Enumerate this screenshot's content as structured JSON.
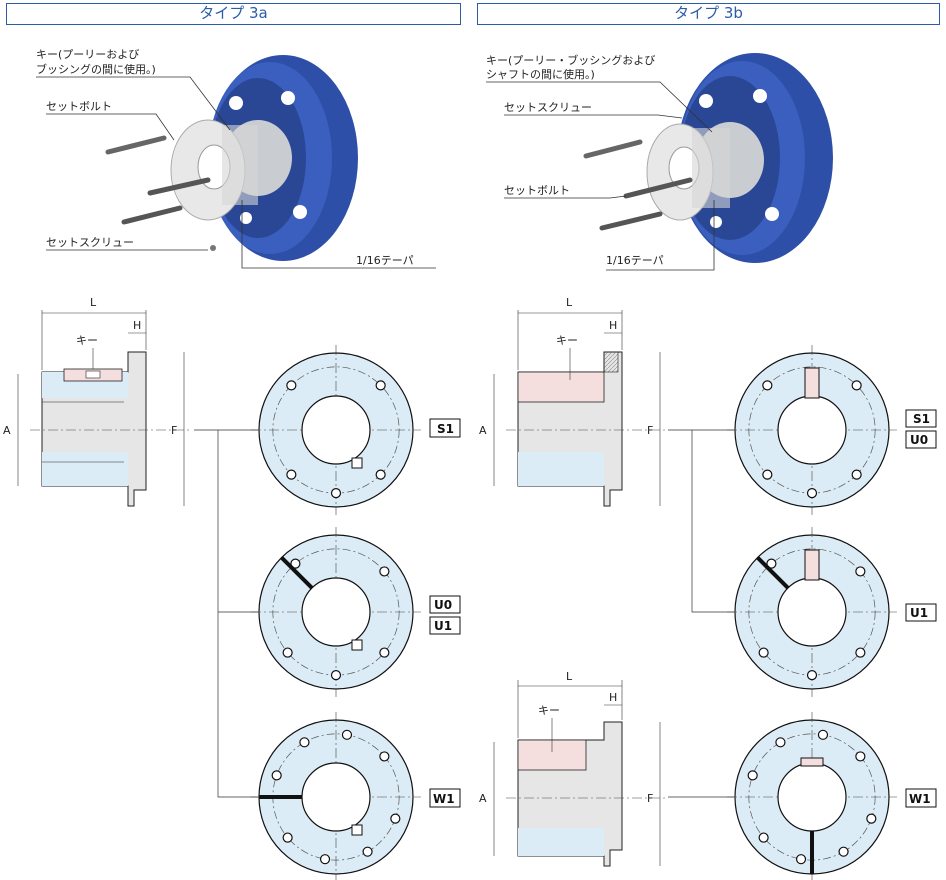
{
  "types": {
    "a": {
      "title": "タイプ 3a",
      "key_note_1": "キー(プーリーおよび",
      "key_note_2": "ブッシングの間に使用。)",
      "set_bolt": "セットボルト",
      "set_screw": "セットスクリュー",
      "taper": "1/16テーパ"
    },
    "b": {
      "title": "タイプ 3b",
      "key_note_1": "キー(プーリー・ブッシングおよび",
      "key_note_2": "シャフトの間に使用。)",
      "set_screw": "セットスクリュー",
      "set_bolt": "セットボルト",
      "taper": "1/16テーパ"
    }
  },
  "dims": {
    "L": "L",
    "H": "H",
    "A": "A",
    "F": "F",
    "key": "キー"
  },
  "codes": {
    "s1": "S1",
    "u0": "U0",
    "u1": "U1",
    "w1": "W1"
  },
  "colors": {
    "accent": "#2a5caa",
    "pulley": "#2e4fa8",
    "section": "#dcecf6",
    "key": "#f5dede"
  }
}
